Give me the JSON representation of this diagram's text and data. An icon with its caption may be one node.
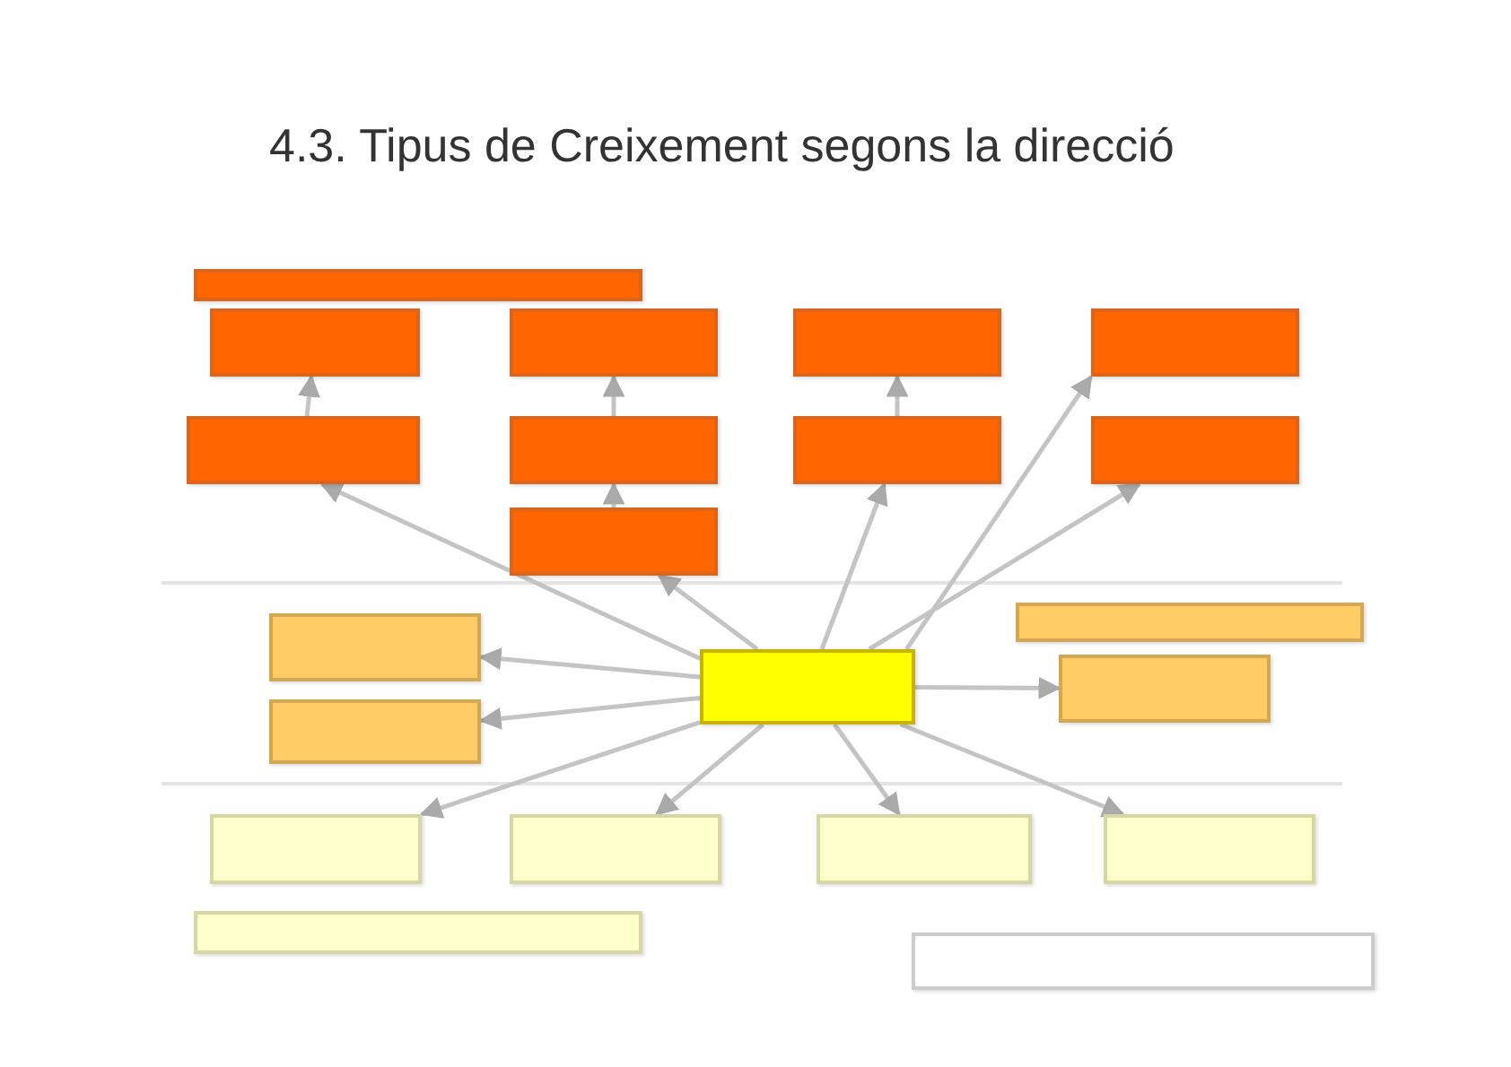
{
  "diagram": {
    "title": "4.3. Tipus de Creixement segons la direcció",
    "nodes": [
      {
        "text": [],
        "shape": "box"
      },
      {
        "text": [],
        "shape": "box"
      },
      {
        "text": [],
        "shape": "box"
      },
      {
        "text": [],
        "shape": "box"
      },
      {
        "text": [],
        "shape": "box"
      },
      {
        "text": [],
        "shape": "box"
      },
      {
        "text": [],
        "shape": "box"
      },
      {
        "text": [],
        "shape": "box"
      },
      {
        "text": [],
        "shape": "box"
      },
      {
        "text": [],
        "shape": "box"
      },
      {
        "text": [],
        "shape": "box"
      },
      {
        "text": [],
        "shape": "box"
      },
      {
        "text": [],
        "shape": "box"
      },
      {
        "text": [],
        "shape": "box"
      },
      {
        "text": [],
        "shape": "box"
      },
      {
        "text": [],
        "shape": "box"
      },
      {
        "text": [],
        "shape": "box"
      },
      {
        "text": [],
        "shape": "box"
      },
      {
        "text": [],
        "shape": "box"
      },
      {
        "text": [],
        "shape": "box"
      },
      {
        "text": [],
        "shape": "box"
      }
    ],
    "edges": [
      {
        "from": 5,
        "to": 1,
        "arrow": "to"
      },
      {
        "from": 6,
        "to": 2,
        "arrow": "to"
      },
      {
        "from": 9,
        "to": 6,
        "arrow": "to"
      },
      {
        "from": 7,
        "to": 3,
        "arrow": "to"
      },
      {
        "from": 12,
        "to": 5,
        "arrow": "to"
      },
      {
        "from": 12,
        "to": 9,
        "arrow": "to"
      },
      {
        "from": 12,
        "to": 7,
        "arrow": "to"
      },
      {
        "from": 12,
        "to": 4,
        "arrow": "to"
      },
      {
        "from": 12,
        "to": 8,
        "arrow": "to"
      },
      {
        "from": 12,
        "to": 10,
        "arrow": "to"
      },
      {
        "from": 12,
        "to": 11,
        "arrow": "to"
      },
      {
        "from": 12,
        "to": 14,
        "arrow": "to"
      },
      {
        "from": 12,
        "to": 15,
        "arrow": "to"
      },
      {
        "from": 12,
        "to": 16,
        "arrow": "to"
      },
      {
        "from": 12,
        "to": 17,
        "arrow": "to"
      },
      {
        "from": 12,
        "to": 18,
        "arrow": "to"
      }
    ]
  }
}
